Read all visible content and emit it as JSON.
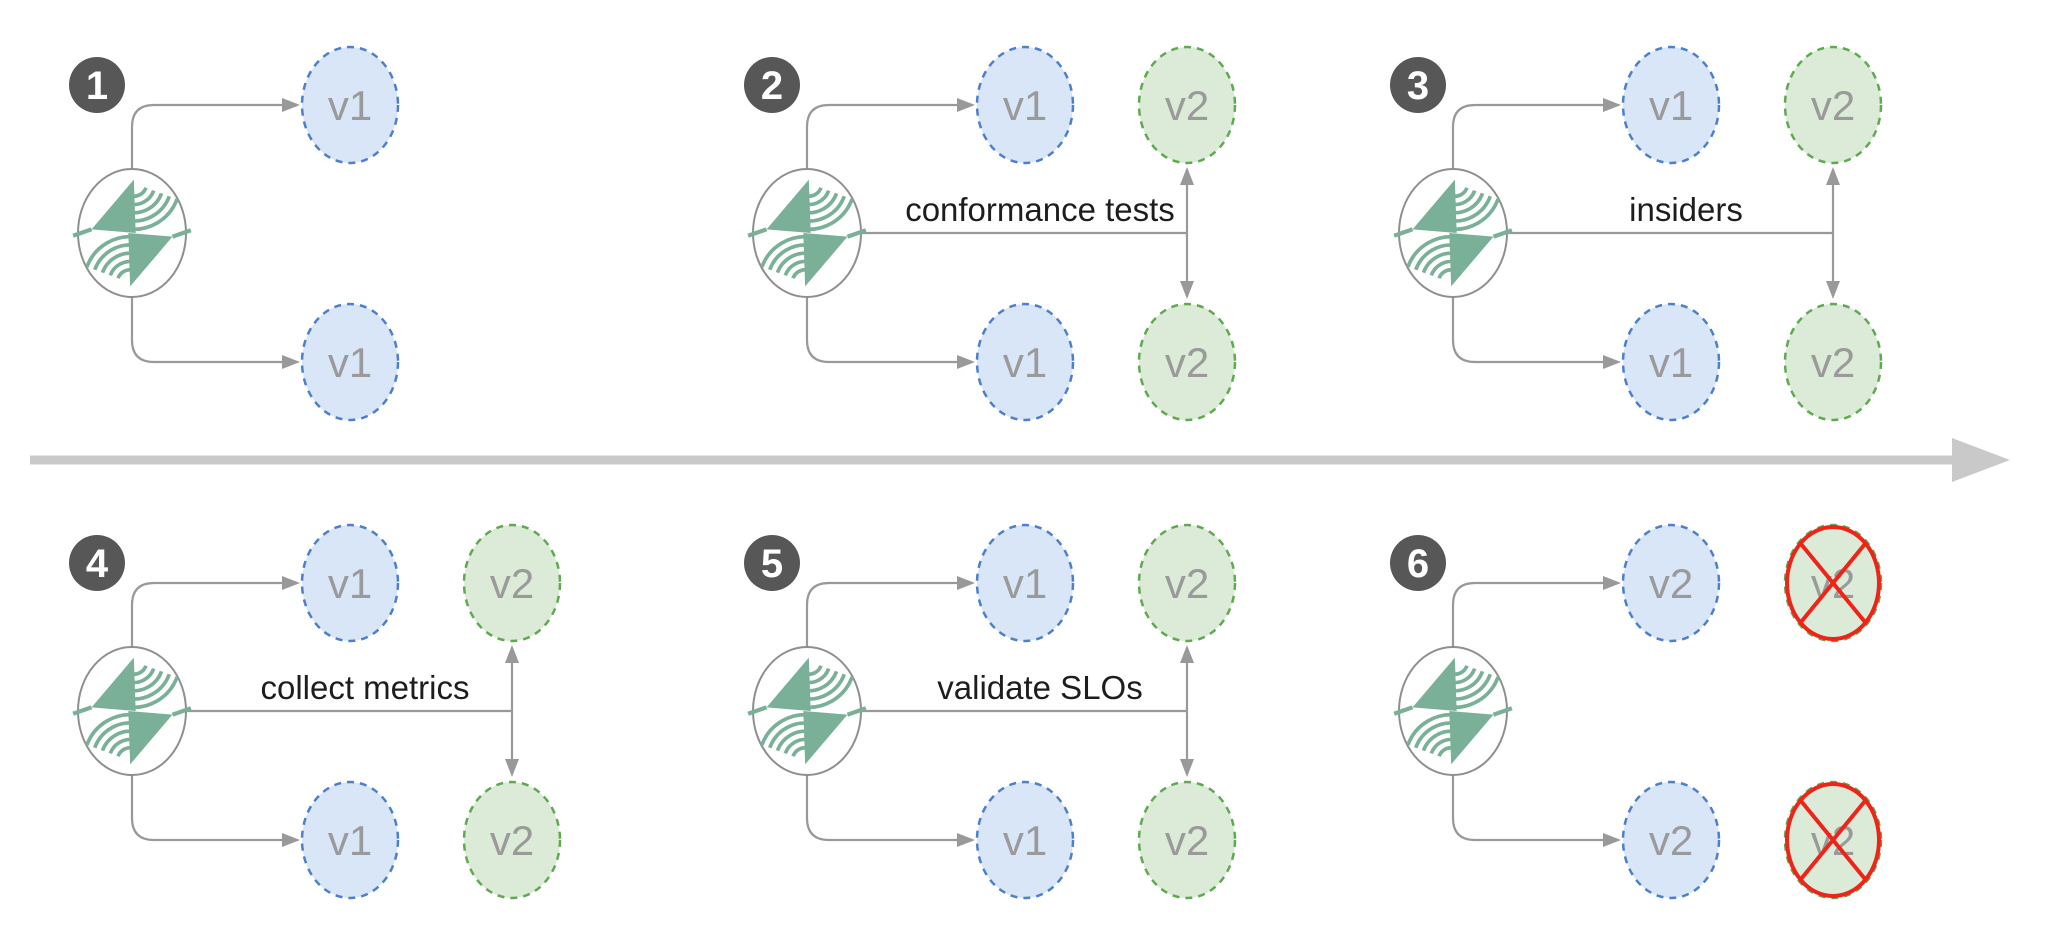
{
  "diagram": {
    "kind": "progressive-rollout-timeline",
    "step_count": 6
  },
  "colors": {
    "background": "#ffffff",
    "node_blue_fill": "#d9e6f8",
    "node_blue_border": "#4d7fcb",
    "node_green_fill": "#dcead8",
    "node_green_border": "#5fa950",
    "node_label": "#9a9a9a",
    "caption_text": "#1d1d1d",
    "connector": "#999999",
    "badge_background": "#575757",
    "badge_text": "#ffffff",
    "logo_green": "#7ab097",
    "logo_ring": "#8f8f8f",
    "timeline_arrow": "#c9c9c9",
    "decommission_red": "#ee2418"
  },
  "icons": {
    "source_logo": "dual-sail-wave-logo",
    "timeline": "right-arrow",
    "decommissioned_node": "red-crossed-circle"
  },
  "panels": [
    {
      "number": "1",
      "caption": "",
      "top_blue": "v1",
      "bottom_blue": "v1"
    },
    {
      "number": "2",
      "caption": "conformance tests",
      "top_blue": "v1",
      "top_green": "v2",
      "bottom_blue": "v1",
      "bottom_green": "v2"
    },
    {
      "number": "3",
      "caption": "insiders",
      "top_blue": "v1",
      "top_green": "v2",
      "bottom_blue": "v1",
      "bottom_green": "v2"
    },
    {
      "number": "4",
      "caption": "collect metrics",
      "top_blue": "v1",
      "top_green": "v2",
      "bottom_blue": "v1",
      "bottom_green": "v2"
    },
    {
      "number": "5",
      "caption": "validate SLOs",
      "top_blue": "v1",
      "top_green": "v2",
      "bottom_blue": "v1",
      "bottom_green": "v2"
    },
    {
      "number": "6",
      "caption": "",
      "top_blue": "v2",
      "top_green_crossed": "v2",
      "bottom_blue": "v2",
      "bottom_green_crossed": "v2"
    }
  ]
}
